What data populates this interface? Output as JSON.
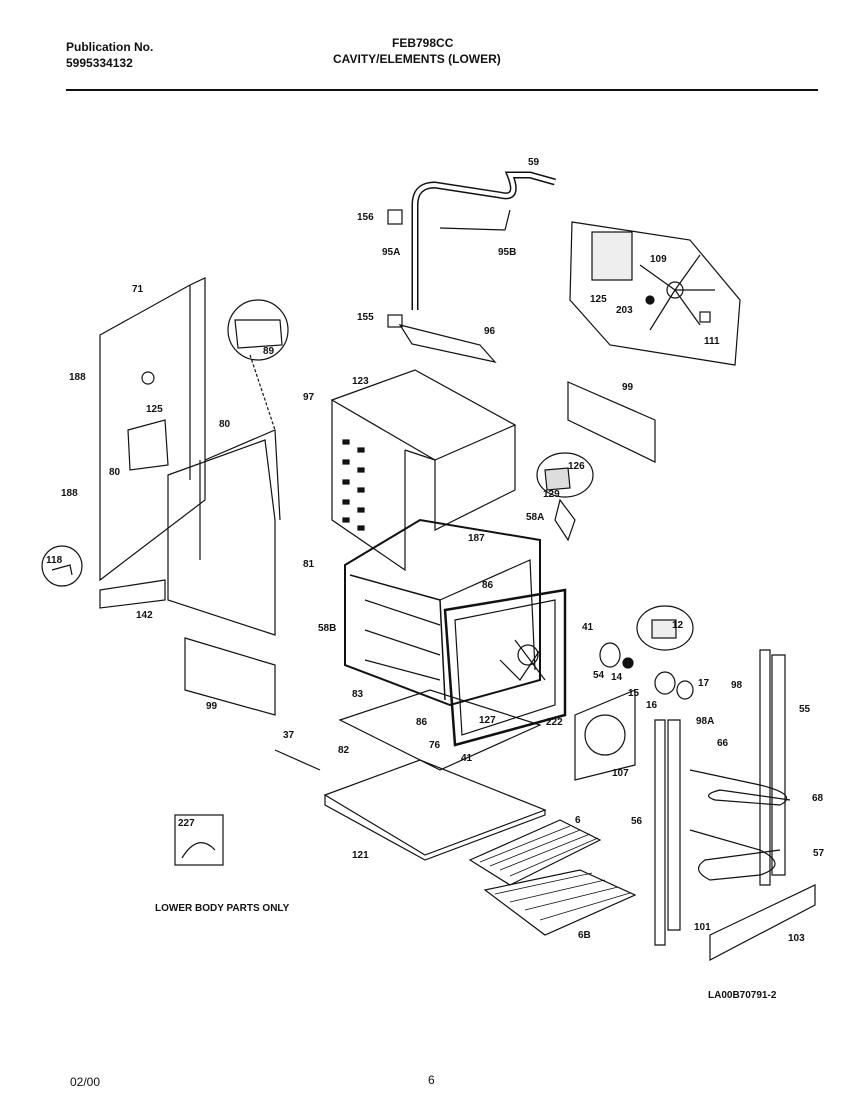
{
  "header": {
    "publication_label": "Publication No.",
    "publication_number": "5995334132",
    "model": "FEB798CC",
    "section": "CAVITY/ELEMENTS (LOWER)"
  },
  "parts": [
    "59",
    "156",
    "95A",
    "95B",
    "125",
    "109",
    "203",
    "111",
    "71",
    "155",
    "96",
    "89",
    "97",
    "123",
    "99",
    "188",
    "125",
    "80",
    "126",
    "129",
    "80",
    "188",
    "58A",
    "187",
    "118",
    "81",
    "86",
    "12",
    "142",
    "58B",
    "41",
    "99",
    "54",
    "14",
    "17",
    "15",
    "16",
    "98",
    "55",
    "83",
    "86",
    "127",
    "222",
    "98A",
    "37",
    "82",
    "76",
    "41",
    "107",
    "66",
    "68",
    "227",
    "56",
    "57",
    "6",
    "121",
    "6B",
    "101",
    "103"
  ],
  "notes": {
    "lower_body": "LOWER BODY PARTS ONLY",
    "drawing_id": "LA00B70791-2"
  },
  "footer": {
    "date": "02/00",
    "page": "6"
  }
}
